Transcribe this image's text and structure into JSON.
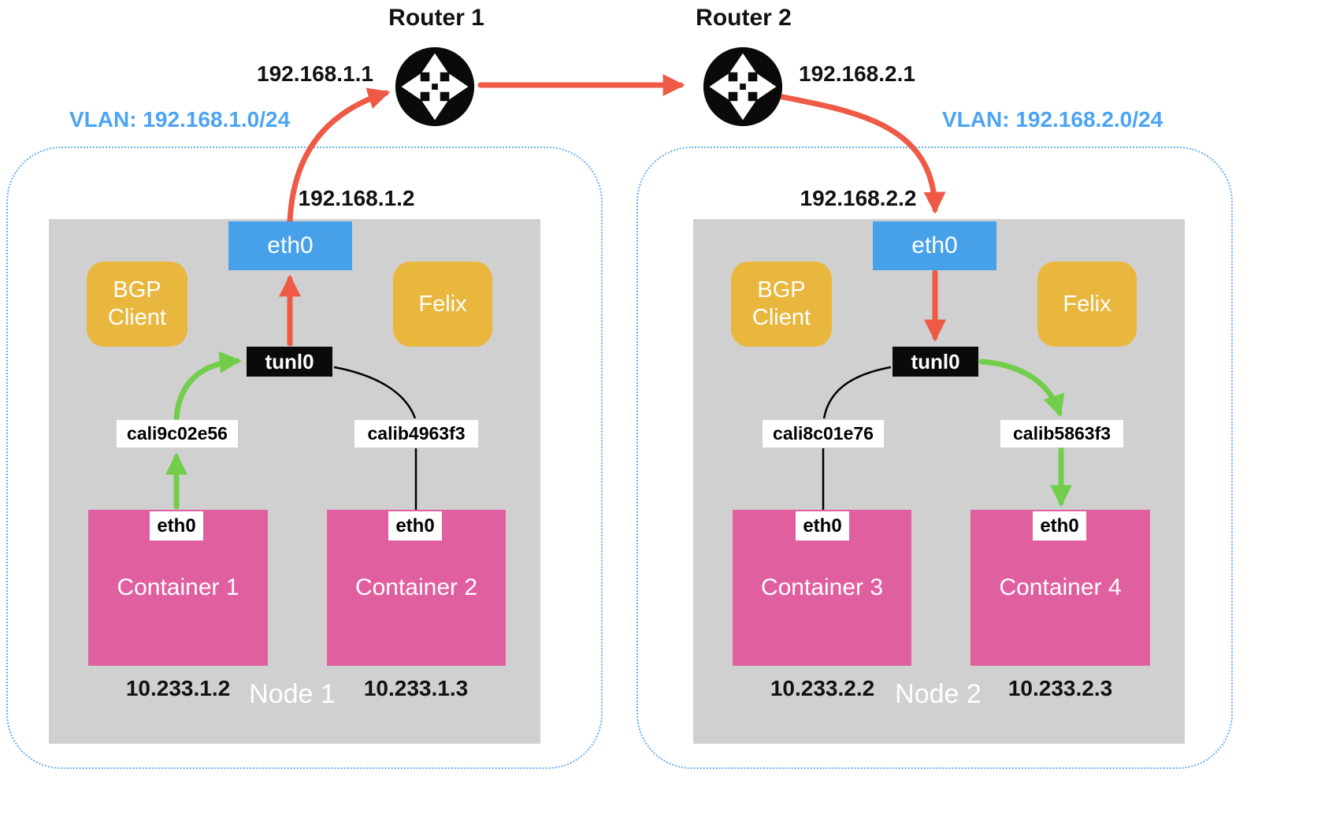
{
  "colors": {
    "red": "#ee5a45",
    "green": "#72ce4a",
    "blue": "#47a1e9",
    "yellow": "#e9b73e",
    "pink": "#e0609f",
    "gray": "#d1d0d1",
    "black": "#0a0a0a",
    "vlan_blue": "#4ca4f5",
    "border_blue": "#66aef5"
  },
  "routers": [
    {
      "name": "Router 1",
      "ip": "192.168.1.1"
    },
    {
      "name": "Router 2",
      "ip": "192.168.2.1"
    }
  ],
  "vlans": [
    {
      "label": "VLAN: 192.168.1.0/24"
    },
    {
      "label": "VLAN: 192.168.2.0/24"
    }
  ],
  "nodes": [
    {
      "name": "Node 1",
      "eth0": {
        "label": "eth0",
        "ip": "192.168.1.2"
      },
      "bgp_client": "BGP Client",
      "felix": "Felix",
      "tunnel": "tunl0",
      "veth1": "cali9c02e56",
      "veth2": "calib4963f3",
      "containers": [
        {
          "name": "Container 1",
          "iface": "eth0",
          "ip": "10.233.1.2"
        },
        {
          "name": "Container 2",
          "iface": "eth0",
          "ip": "10.233.1.3"
        }
      ]
    },
    {
      "name": "Node 2",
      "eth0": {
        "label": "eth0",
        "ip": "192.168.2.2"
      },
      "bgp_client": "BGP Client",
      "felix": "Felix",
      "tunnel": "tunl0",
      "veth1": "cali8c01e76",
      "veth2": "calib5863f3",
      "containers": [
        {
          "name": "Container 3",
          "iface": "eth0",
          "ip": "10.233.2.2"
        },
        {
          "name": "Container 4",
          "iface": "eth0",
          "ip": "10.233.2.3"
        }
      ]
    }
  ]
}
